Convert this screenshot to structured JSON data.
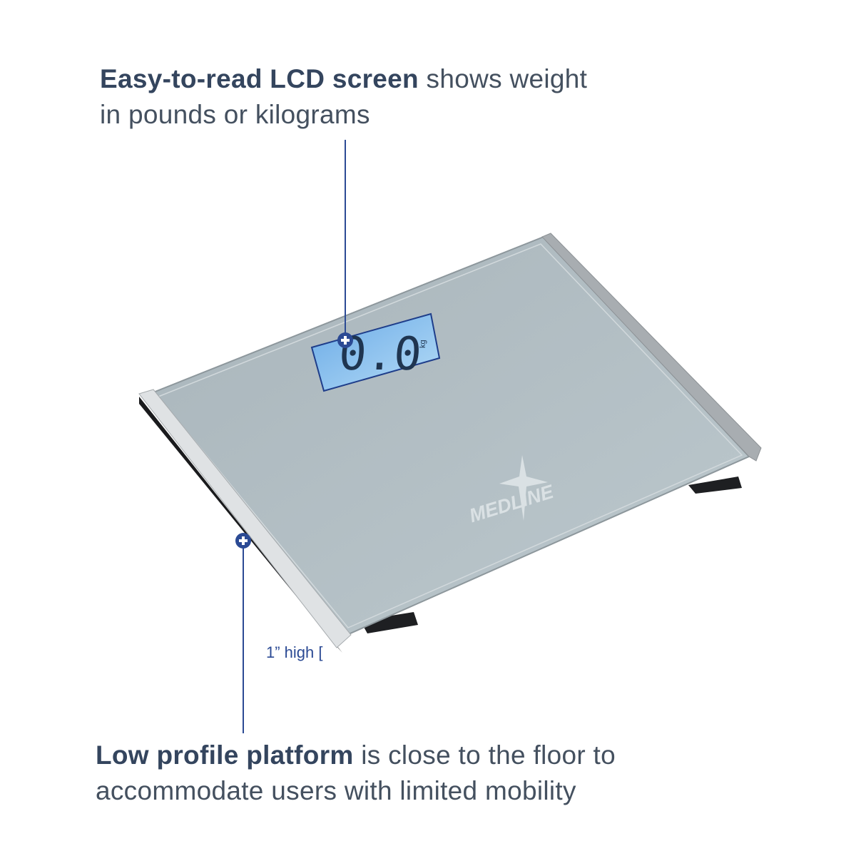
{
  "callouts": {
    "lcd": {
      "bold": "Easy-to-read LCD screen",
      "rest_line1": " shows weight",
      "line2": "in pounds or kilograms"
    },
    "platform": {
      "bold": "Low profile platform",
      "rest_line1": " is close to the floor to",
      "line2": "accommodate users with limited mobility"
    }
  },
  "height_label": "1” high [",
  "display": {
    "reading": "0.0",
    "unit": "kg"
  },
  "logo": {
    "text": "MEDLINE"
  },
  "icons": {
    "callout_marker": "plus-circle-icon"
  },
  "colors": {
    "accent": "#2b4a94",
    "text": "#44505f",
    "lcd": "#8fc4ef",
    "glass": "#b3bfc5"
  }
}
